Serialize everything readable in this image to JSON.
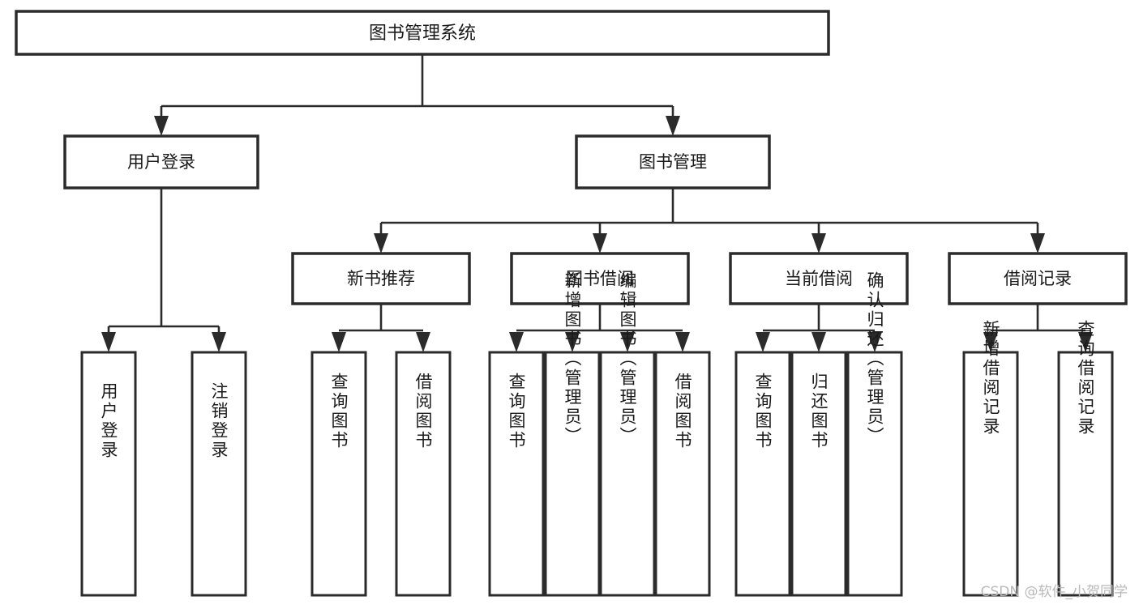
{
  "diagram": {
    "type": "tree",
    "title": "图书管理系统",
    "orientation": "top-down",
    "colors": {
      "box_fill": "#ffffff",
      "box_stroke": "#2b2b2b",
      "text": "#1a1a1a",
      "watermark": "#b9b9b9",
      "background": "#ffffff"
    },
    "root": {
      "label": "图书管理系统"
    },
    "level2": [
      {
        "label": "用户登录"
      },
      {
        "label": "图书管理"
      }
    ],
    "level3": [
      {
        "label": "新书推荐"
      },
      {
        "label": "图书借阅"
      },
      {
        "label": "当前借阅"
      },
      {
        "label": "借阅记录"
      }
    ],
    "leaves": {
      "user_login": [
        "用户登录",
        "注销登录"
      ],
      "new_book_recommend": [
        "查询图书",
        "借阅图书"
      ],
      "book_borrow": [
        "查询图书",
        "新增图书（管理员）",
        "编辑图书（管理员）",
        "借阅图书"
      ],
      "current_borrow": [
        "查询图书",
        "归还图书",
        "确认归还（管理员）"
      ],
      "borrow_record": [
        "新增借阅记录",
        "查询借阅记录"
      ]
    }
  },
  "watermark": {
    "text": "CSDN @软件_小贺同学"
  }
}
